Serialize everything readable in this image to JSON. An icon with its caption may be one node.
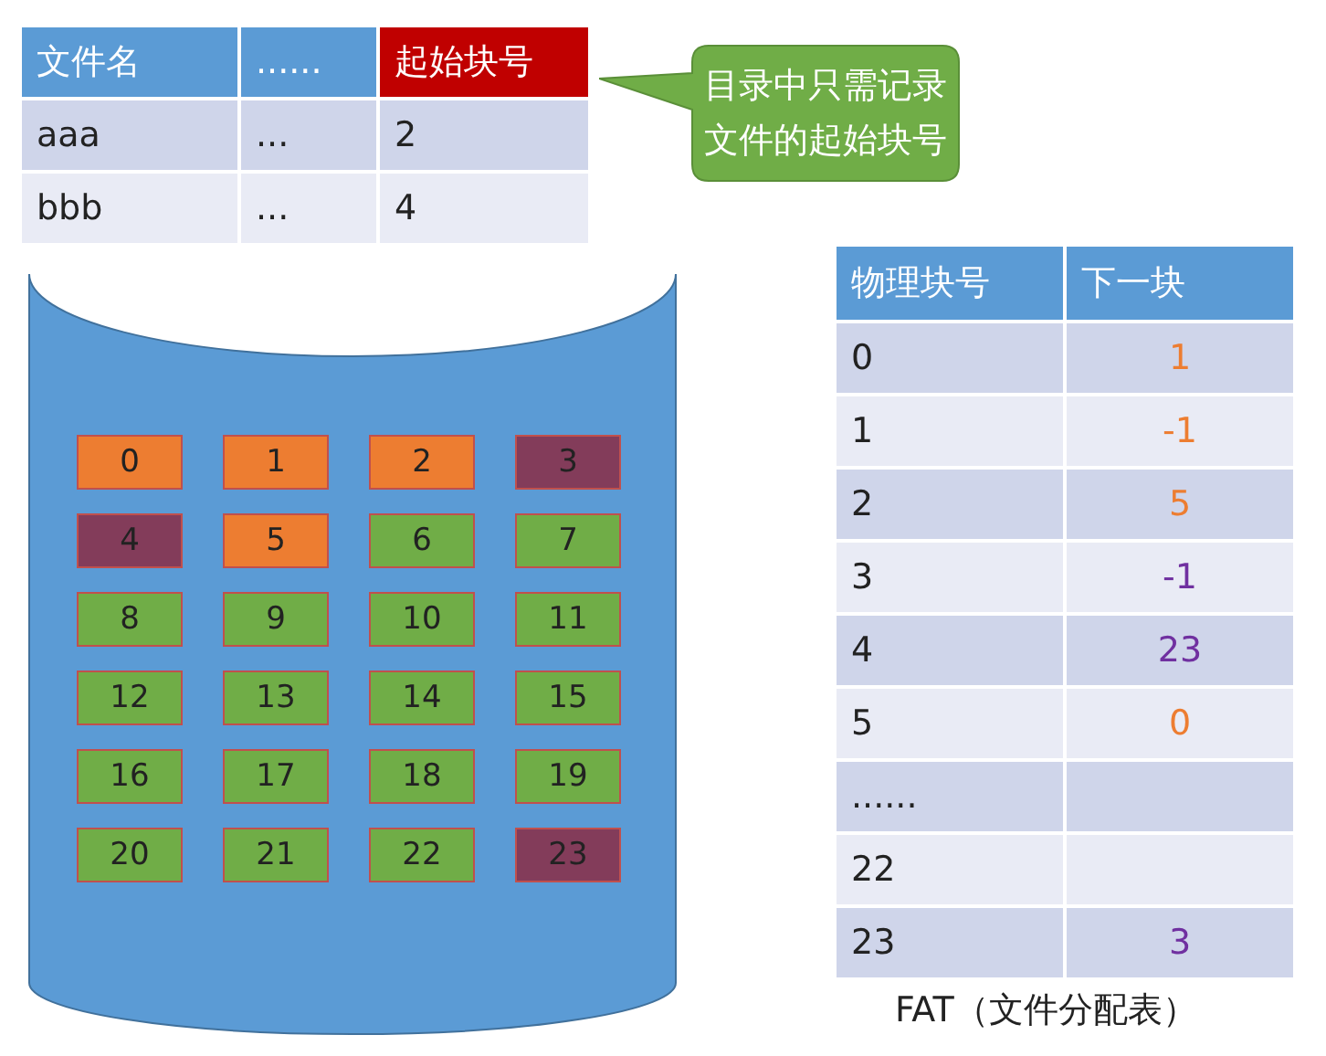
{
  "diagram": {
    "nodes": [
      {
        "text": [
          "目录中只需记录文件的起始块号"
        ]
      },
      {
        "text": [],
        "shape": "cylinder"
      },
      {
        "text": [
          "0"
        ],
        "in": 1
      },
      {
        "text": [
          "1"
        ],
        "in": 1
      },
      {
        "text": [
          "2"
        ],
        "in": 1
      },
      {
        "text": [
          "3"
        ],
        "in": 1
      },
      {
        "text": [
          "4"
        ],
        "in": 1
      },
      {
        "text": [
          "5"
        ],
        "in": 1
      },
      {
        "text": [
          "6"
        ],
        "in": 1
      },
      {
        "text": [
          "7"
        ],
        "in": 1
      },
      {
        "text": [
          "8"
        ],
        "in": 1
      },
      {
        "text": [
          "9"
        ],
        "in": 1
      },
      {
        "text": [
          "10"
        ],
        "in": 1
      },
      {
        "text": [
          "11"
        ],
        "in": 1
      },
      {
        "text": [
          "12"
        ],
        "in": 1
      },
      {
        "text": [
          "13"
        ],
        "in": 1
      },
      {
        "text": [
          "14"
        ],
        "in": 1
      },
      {
        "text": [
          "15"
        ],
        "in": 1
      },
      {
        "text": [
          "16"
        ],
        "in": 1
      },
      {
        "text": [
          "17"
        ],
        "in": 1
      },
      {
        "text": [
          "18"
        ],
        "in": 1
      },
      {
        "text": [
          "19"
        ],
        "in": 1
      },
      {
        "text": [
          "20"
        ],
        "in": 1
      },
      {
        "text": [
          "21"
        ],
        "in": 1
      },
      {
        "text": [
          "22"
        ],
        "in": 1
      },
      {
        "text": [
          "23"
        ],
        "in": 1
      }
    ],
    "edges": [],
    "labels": [
      "文件名",
      "......",
      "起始块号",
      "aaa",
      "...",
      "2",
      "bbb",
      "...",
      "4",
      "物理块号",
      "下一块",
      "0",
      "1",
      "1",
      "-1",
      "2",
      "5",
      "3",
      "-1",
      "4",
      "23",
      "5",
      "0",
      "......",
      "22",
      "23",
      "3",
      "FAT（文件分配表）"
    ]
  }
}
